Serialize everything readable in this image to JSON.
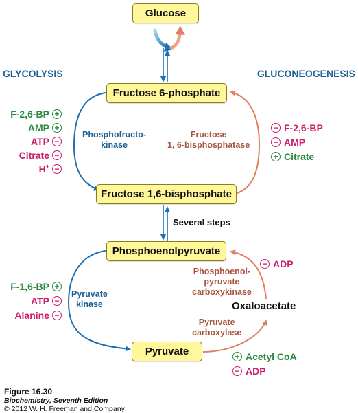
{
  "labels": {
    "glycolysis": "GLYCOLYSIS",
    "gluconeogenesis": "GLUCONEOGENESIS",
    "several_steps": "Several steps",
    "oxaloacetate": "Oxaloacetate"
  },
  "metabolites": {
    "glucose": "Glucose",
    "f6p": "Fructose 6-phosphate",
    "f16bp": "Fructose 1,6-bisphosphate",
    "pep": "Phosphoenolpyruvate",
    "pyruvate": "Pyruvate"
  },
  "enzymes": {
    "pfk": [
      "Phosphofructo-",
      "kinase"
    ],
    "fbpase": [
      "Fructose",
      "1, 6-bisphosphatase"
    ],
    "pk": [
      "Pyruvate",
      "kinase"
    ],
    "pepck": [
      "Phosphoenol-",
      "pyruvate",
      "carboxykinase"
    ],
    "pc": [
      "Pyruvate",
      "carboxylase"
    ]
  },
  "regulators": {
    "pfk": [
      {
        "name": "F-2,6-BP",
        "sign": "+"
      },
      {
        "name": "AMP",
        "sign": "+"
      },
      {
        "name": "ATP",
        "sign": "−"
      },
      {
        "name": "Citrate",
        "sign": "−"
      },
      {
        "name": "H",
        "sup": "+",
        "sign": "−"
      }
    ],
    "fbpase": [
      {
        "name": "F-2,6-BP",
        "sign": "−"
      },
      {
        "name": "AMP",
        "sign": "−"
      },
      {
        "name": "Citrate",
        "sign": "+"
      }
    ],
    "pk": [
      {
        "name": "F-1,6-BP",
        "sign": "+"
      },
      {
        "name": "ATP",
        "sign": "−"
      },
      {
        "name": "Alanine",
        "sign": "−"
      }
    ],
    "pepck": [
      {
        "name": "ADP",
        "sign": "−"
      }
    ],
    "pc": [
      {
        "name": "Acetyl CoA",
        "sign": "+"
      },
      {
        "name": "ADP",
        "sign": "−"
      }
    ]
  },
  "caption": {
    "figure": "Figure 16.30",
    "book": "Biochemistry, Seventh Edition",
    "copyright": "© 2012 W. H. Freeman and Company"
  },
  "colors": {
    "glycolysis_arrow": "#1c6fb0",
    "gluconeogenesis_arrow": "#e0805f",
    "activator": "#2a8a3e",
    "inhibitor": "#cc1f6a",
    "box_fill": "#fff79a"
  }
}
